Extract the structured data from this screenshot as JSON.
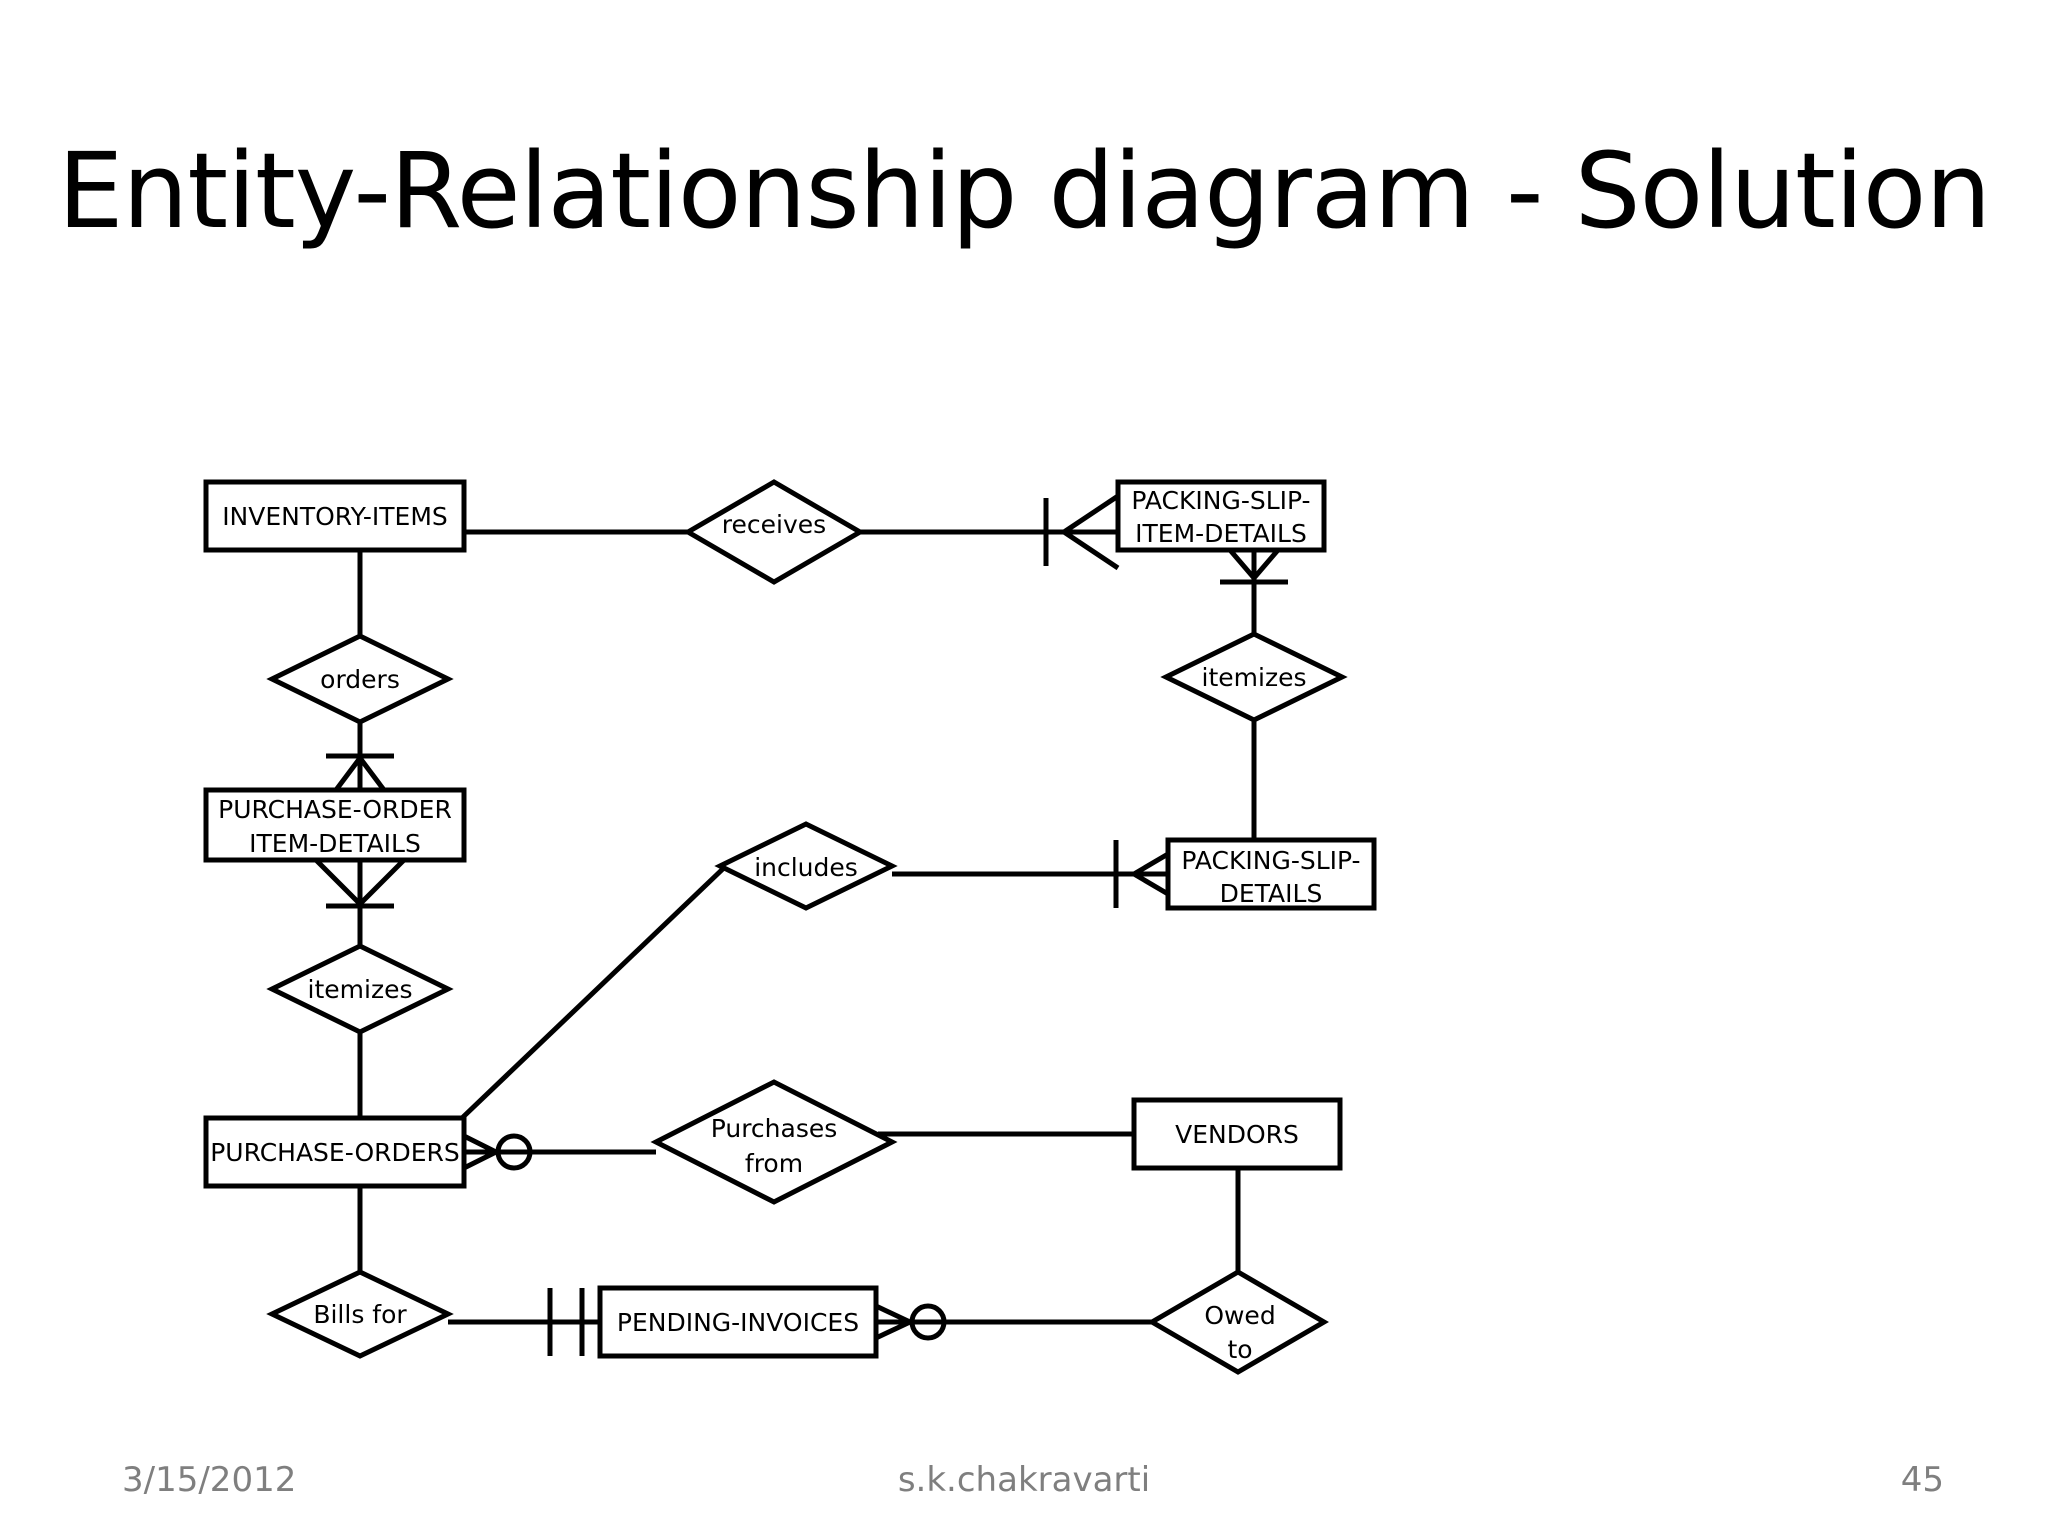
{
  "title": "Entity-Relationship diagram - Solution",
  "entities": {
    "inventory_items": "INVENTORY-ITEMS",
    "packing_slip_item_details": [
      "PACKING-SLIP-",
      "ITEM-DETAILS"
    ],
    "purchase_order_item_details": [
      "PURCHASE-ORDER",
      "ITEM-DETAILS"
    ],
    "packing_slip_details": [
      "PACKING-SLIP-",
      "DETAILS"
    ],
    "purchase_orders": "PURCHASE-ORDERS",
    "vendors": "VENDORS",
    "pending_invoices": "PENDING-INVOICES"
  },
  "relationships": {
    "receives": "receives",
    "orders": "orders",
    "itemizes_right": "itemizes",
    "includes": "includes",
    "itemizes_left": "itemizes",
    "purchases_from": [
      "Purchases",
      "from"
    ],
    "bills_for": "Bills for",
    "owed_to": [
      "Owed",
      "to"
    ]
  },
  "footer": {
    "date": "3/15/2012",
    "author": "s.k.chakravarti",
    "page": "45"
  }
}
